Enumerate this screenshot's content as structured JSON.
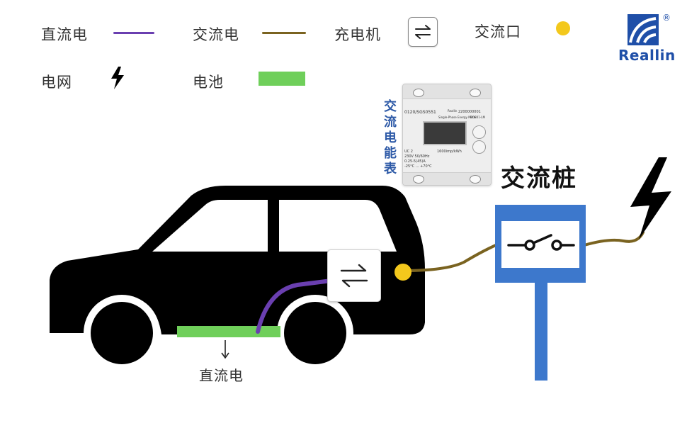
{
  "legend": {
    "dc": {
      "label": "直流电",
      "color": "#6a3fb0"
    },
    "ac": {
      "label": "交流电",
      "color": "#7a6320"
    },
    "charger": {
      "label": "充电机"
    },
    "ac_port": {
      "label": "交流口",
      "color": "#f3c81c"
    },
    "grid": {
      "label": "电网"
    },
    "battery": {
      "label": "电池",
      "color": "#6fcf5a"
    }
  },
  "brand": {
    "name": "Reallin",
    "registered": "®",
    "color": "#1f4fa8"
  },
  "meter": {
    "label_chars": [
      "交",
      "流",
      "电",
      "能",
      "表"
    ],
    "model": "DDS01-LM",
    "serial": "2200000001",
    "product": "Single-Phase Energy Meter",
    "brand": "Reallin",
    "spec_lines": [
      "0120/SGS0551",
      "UC 2",
      "230V 50/60Hz",
      "0.25-5(45)A",
      "1600imp/kWh",
      "-25°C ... +70°C"
    ]
  },
  "station": {
    "title": "交流桩",
    "color": "#3d78cc"
  },
  "car": {
    "dc_label": "直流电"
  }
}
